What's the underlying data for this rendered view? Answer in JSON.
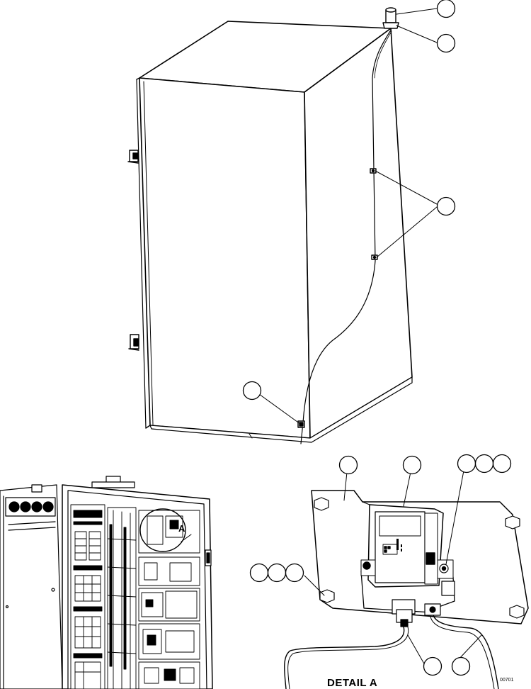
{
  "detail": {
    "label": "DETAIL A",
    "marker": "A"
  },
  "drawing_code": "00701",
  "callout_balloons": 14,
  "stroke_color": "#000000",
  "background_color": "#ffffff"
}
